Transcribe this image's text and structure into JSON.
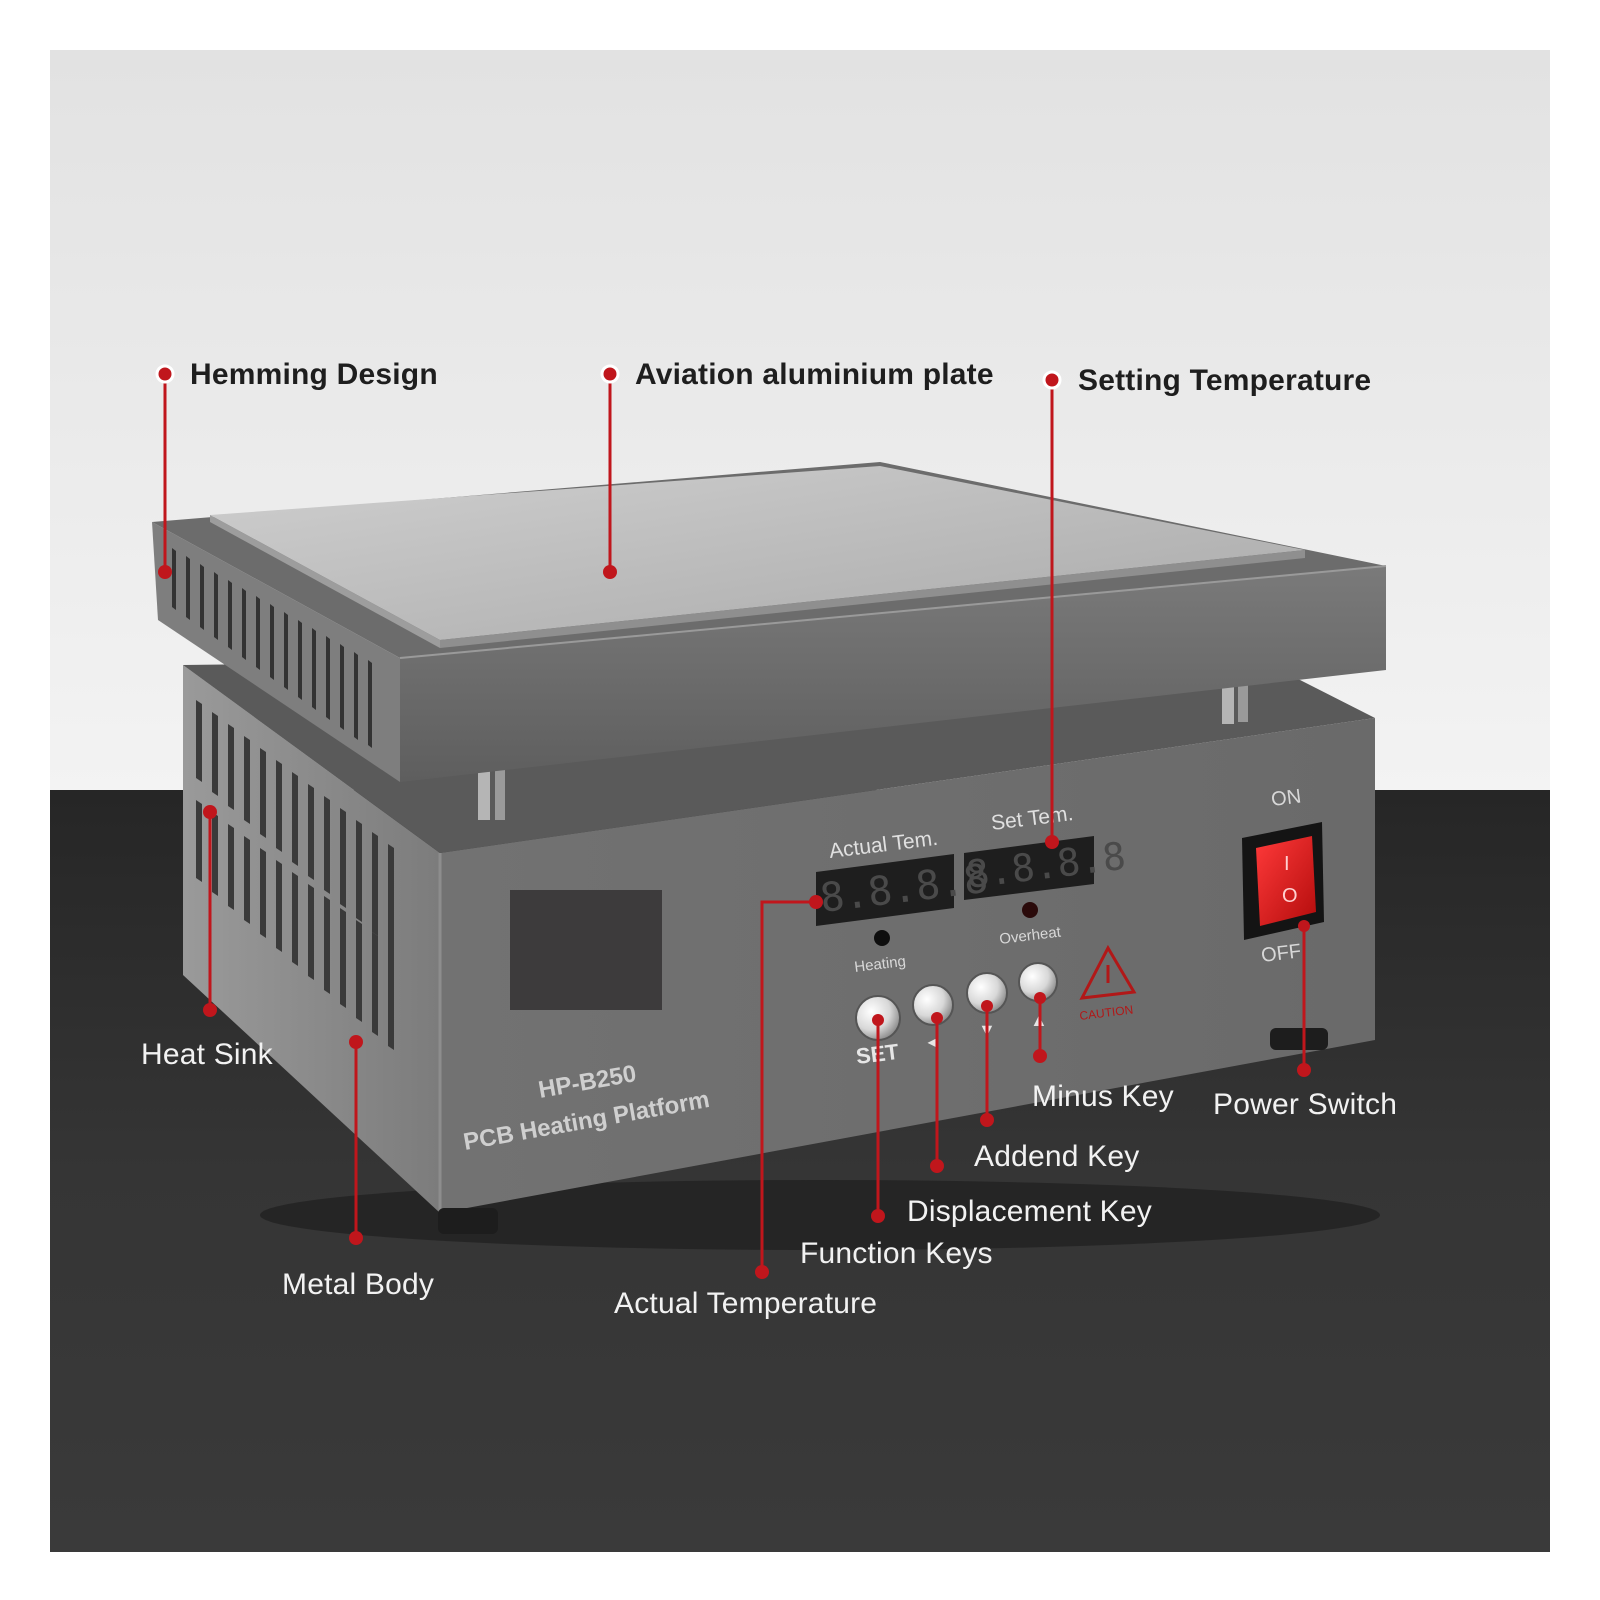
{
  "callouts": {
    "hemming_design": "Hemming Design",
    "aviation_plate": "Aviation aluminium plate",
    "setting_temperature": "Setting Temperature",
    "heat_sink": "Heat Sink",
    "metal_body": "Metal Body",
    "minus_key": "Minus Key",
    "power_switch": "Power Switch",
    "addend_key": "Addend Key",
    "displacement_key": "Displacement Key",
    "function_keys": "Function Keys",
    "actual_temperature": "Actual Temperature"
  },
  "device": {
    "model": "HP-B250",
    "product_name": "PCB Heating Platform",
    "actual_label": "Actual Tem.",
    "set_label": "Set Tem.",
    "actual_display": "8.8.8.8",
    "set_display": "8.8.8.8",
    "heating_label": "Heating",
    "overheat_label": "Overheat",
    "set_key_label": "SET",
    "left_key_label": "◄",
    "down_key_label": "▼",
    "up_key_label": "▲",
    "caution_label": "CAUTION",
    "switch_on_label": "ON",
    "switch_off_label": "OFF",
    "switch_i": "I",
    "switch_o": "O"
  },
  "colors": {
    "accent_red": "#c0161c",
    "background_top": "#e6e6e6",
    "background_bottom": "#2c2c2c",
    "body_gray": "#6e6e6e"
  }
}
